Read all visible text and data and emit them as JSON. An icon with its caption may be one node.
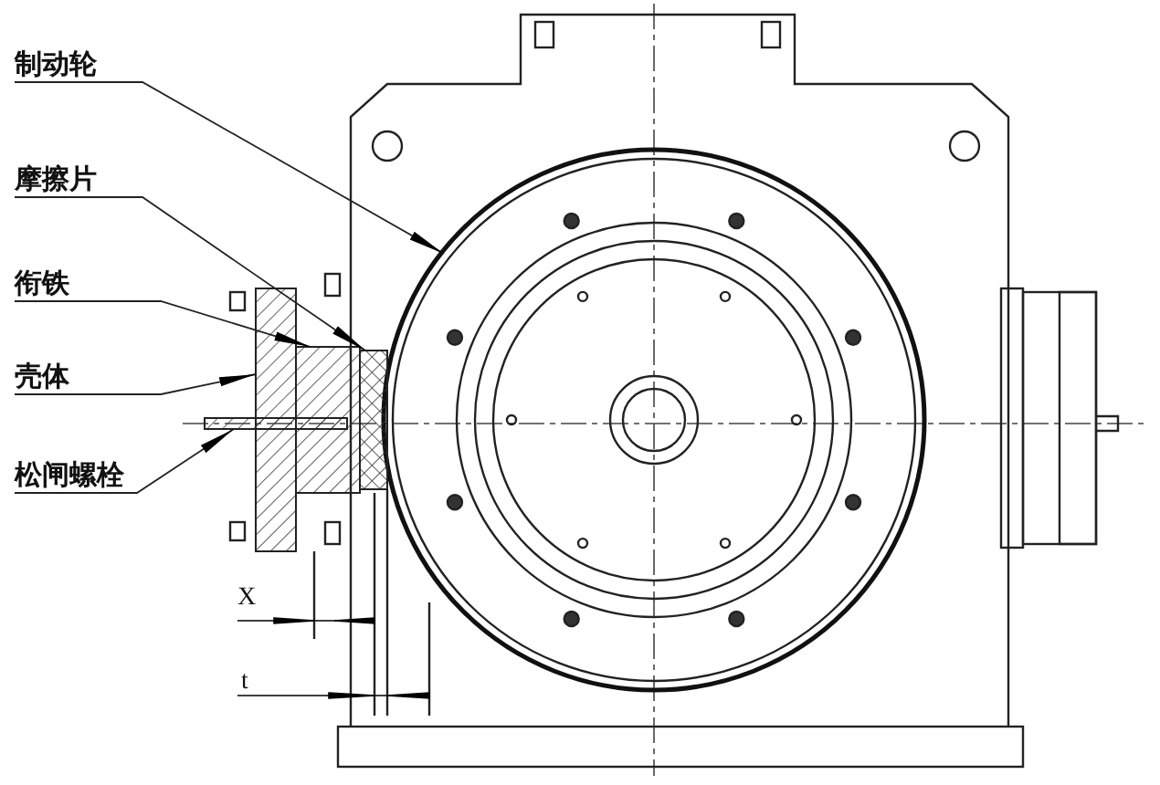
{
  "diagram": {
    "nodes": [
      {
        "text": [
          "制动轮"
        ]
      },
      {
        "text": [
          "摩擦片"
        ]
      },
      {
        "text": [
          "衔铁"
        ]
      },
      {
        "text": [
          "壳体"
        ]
      },
      {
        "text": [
          "松闸螺栓"
        ]
      },
      {
        "text": [],
        "shape": "circle"
      },
      {
        "text": [],
        "shape": "box"
      },
      {
        "text": [],
        "shape": "box"
      },
      {
        "text": [],
        "shape": "box"
      },
      {
        "text": [],
        "shape": "bar"
      }
    ],
    "edges": [
      {
        "from": 0,
        "to": 5,
        "arrow": "to"
      },
      {
        "from": 1,
        "to": 8,
        "arrow": "to"
      },
      {
        "from": 2,
        "to": 7,
        "arrow": "to"
      },
      {
        "from": 3,
        "to": 6,
        "arrow": "to"
      },
      {
        "from": 4,
        "to": 9,
        "arrow": "to"
      }
    ],
    "labels": [
      "X",
      "t"
    ]
  }
}
